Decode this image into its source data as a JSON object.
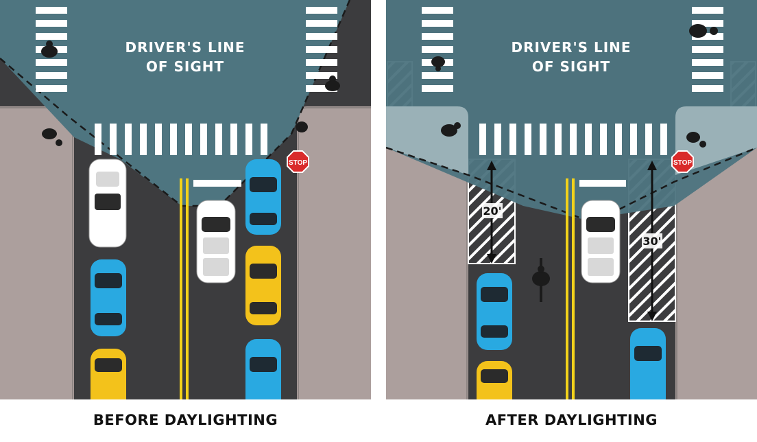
{
  "panels": [
    {
      "id": "before",
      "title": "BEFORE DAYLIGHTING",
      "sight_label_line1": "DRIVER'S LINE",
      "sight_label_line2": "OF SIGHT",
      "stop_sign": "STOP"
    },
    {
      "id": "after",
      "title": "AFTER DAYLIGHTING",
      "sight_label_line1": "DRIVER'S LINE",
      "sight_label_line2": "OF SIGHT",
      "stop_sign": "STOP",
      "measure_left": "20'",
      "measure_right": "30'"
    }
  ],
  "colors": {
    "sight_area": "#4e7580",
    "road": "#3c3c3e",
    "sidewalk": "#ac9f9d",
    "crosswalk": "#ffffff",
    "lane_line": "#f2d21b",
    "stop": "#d92b2b",
    "car_blue": "#29a9e1",
    "car_yellow": "#f3c21b",
    "car_white": "#ffffff"
  }
}
